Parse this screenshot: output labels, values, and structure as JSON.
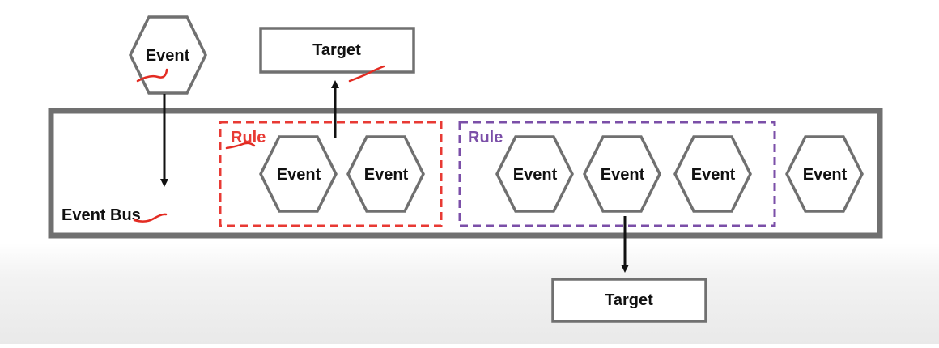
{
  "diagram": {
    "event_bus": {
      "label": "Event Bus"
    },
    "incoming_event": {
      "label": "Event"
    },
    "rules": [
      {
        "label": "Rule",
        "color": "#e83a34"
      },
      {
        "label": "Rule",
        "color": "#7b4fa8"
      }
    ],
    "events": [
      {
        "label": "Event"
      },
      {
        "label": "Event"
      },
      {
        "label": "Event"
      },
      {
        "label": "Event"
      },
      {
        "label": "Event"
      },
      {
        "label": "Event"
      }
    ],
    "targets": [
      {
        "label": "Target"
      },
      {
        "label": "Target"
      }
    ],
    "colors": {
      "stroke": "#707070",
      "arrow": "#111111",
      "annotation": "#e32b22"
    }
  }
}
